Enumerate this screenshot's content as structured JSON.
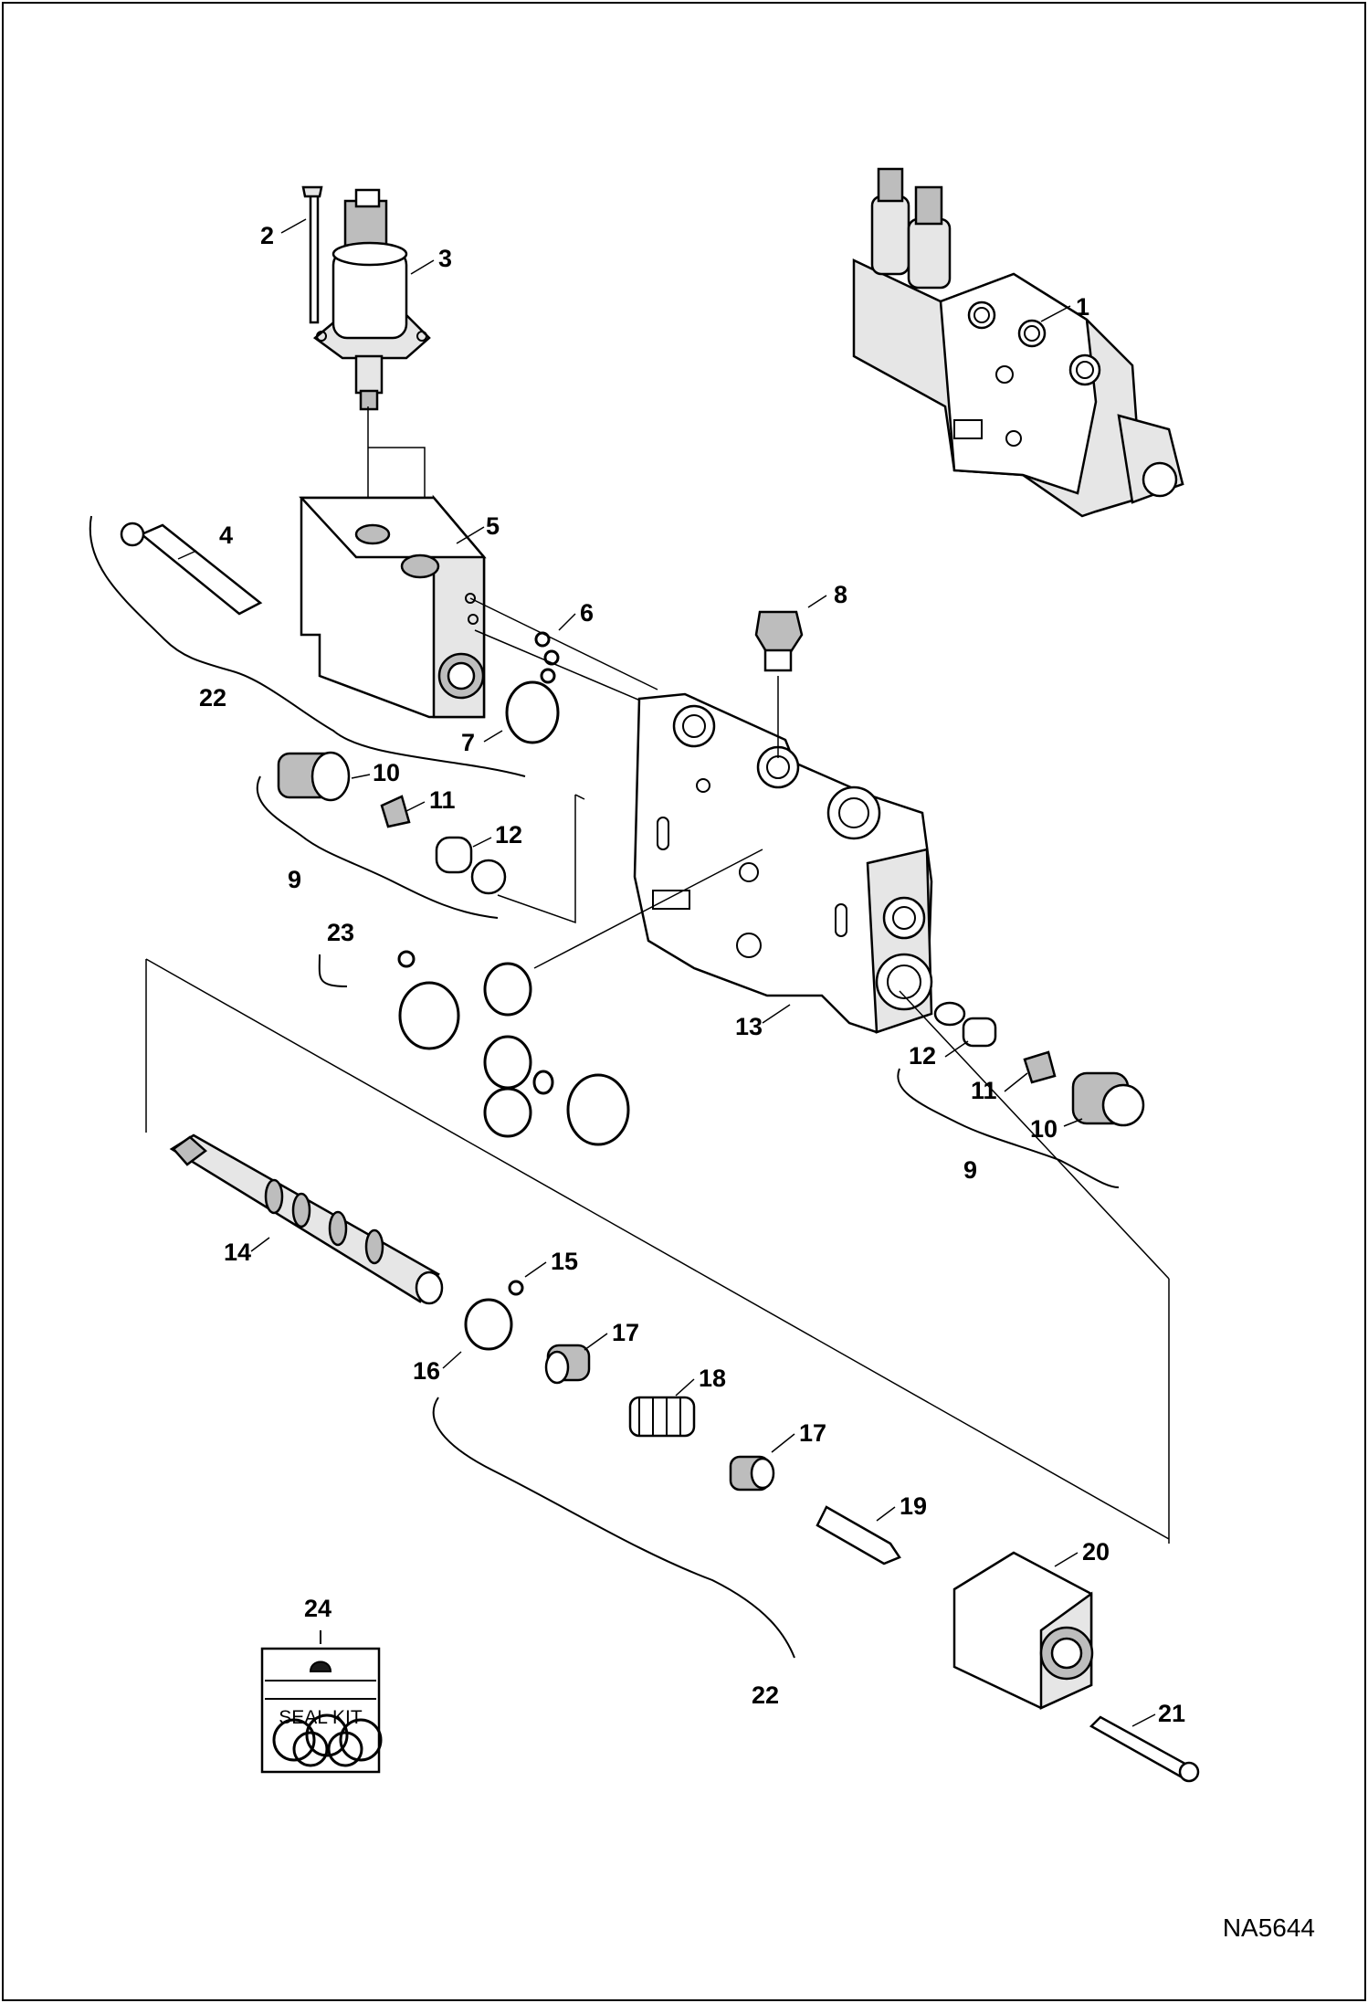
{
  "drawing_code": "NA5644",
  "seal_kit_label": "SEAL KIT",
  "callouts": [
    {
      "id": "c1",
      "text": "1"
    },
    {
      "id": "c2",
      "text": "2"
    },
    {
      "id": "c3",
      "text": "3"
    },
    {
      "id": "c4",
      "text": "4"
    },
    {
      "id": "c5",
      "text": "5"
    },
    {
      "id": "c6",
      "text": "6"
    },
    {
      "id": "c7",
      "text": "7"
    },
    {
      "id": "c8",
      "text": "8"
    },
    {
      "id": "c9a",
      "text": "9"
    },
    {
      "id": "c9b",
      "text": "9"
    },
    {
      "id": "c10a",
      "text": "10"
    },
    {
      "id": "c10b",
      "text": "10"
    },
    {
      "id": "c11a",
      "text": "11"
    },
    {
      "id": "c11b",
      "text": "11"
    },
    {
      "id": "c12a",
      "text": "12"
    },
    {
      "id": "c12b",
      "text": "12"
    },
    {
      "id": "c13",
      "text": "13"
    },
    {
      "id": "c14",
      "text": "14"
    },
    {
      "id": "c15",
      "text": "15"
    },
    {
      "id": "c16",
      "text": "16"
    },
    {
      "id": "c17a",
      "text": "17"
    },
    {
      "id": "c17b",
      "text": "17"
    },
    {
      "id": "c18",
      "text": "18"
    },
    {
      "id": "c19",
      "text": "19"
    },
    {
      "id": "c20",
      "text": "20"
    },
    {
      "id": "c21",
      "text": "21"
    },
    {
      "id": "c22a",
      "text": "22"
    },
    {
      "id": "c22b",
      "text": "22"
    },
    {
      "id": "c23",
      "text": "23"
    },
    {
      "id": "c24",
      "text": "24"
    }
  ]
}
